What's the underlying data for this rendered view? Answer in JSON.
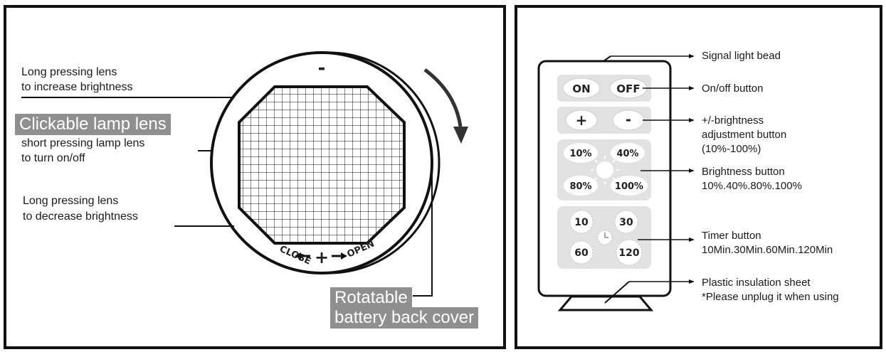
{
  "lamp": {
    "label_increase_1": "Long pressing lens",
    "label_increase_2": "to increase brightness",
    "label_clickable": "Clickable lamp lens",
    "label_short_1": "short pressing lamp lens",
    "label_short_2": "to turn on/off",
    "label_decrease_1": "Long pressing lens",
    "label_decrease_2": "to decrease brightness",
    "label_rotatable_1": "Rotatable",
    "label_rotatable_2": "battery back cover",
    "minus_symbol": "-",
    "close_label": "CLOSE",
    "open_label": "OPEN",
    "plus_symbol": "+"
  },
  "remote": {
    "signal_label": "Signal light bead",
    "onoff_label": "On/off button",
    "brightness_adjust_1": "+/-brightness",
    "brightness_adjust_2": "adjustment button",
    "brightness_adjust_3": "(10%-100%)",
    "brightness_button_1": "Brightness button",
    "brightness_button_2": "10%.40%.80%.100%",
    "timer_button_1": "Timer button",
    "timer_button_2": "10Min.30Min.60Min.120Min",
    "insulation_1": "Plastic insulation sheet",
    "insulation_2": "*Please unplug it when using",
    "btn_on": "ON",
    "btn_off": "OFF",
    "btn_plus": "+",
    "btn_minus": "-",
    "btn_10": "10%",
    "btn_40": "40%",
    "btn_80": "80%",
    "btn_100": "100%",
    "timer_10": "10",
    "timer_30": "30",
    "timer_60": "60",
    "timer_120": "120"
  }
}
